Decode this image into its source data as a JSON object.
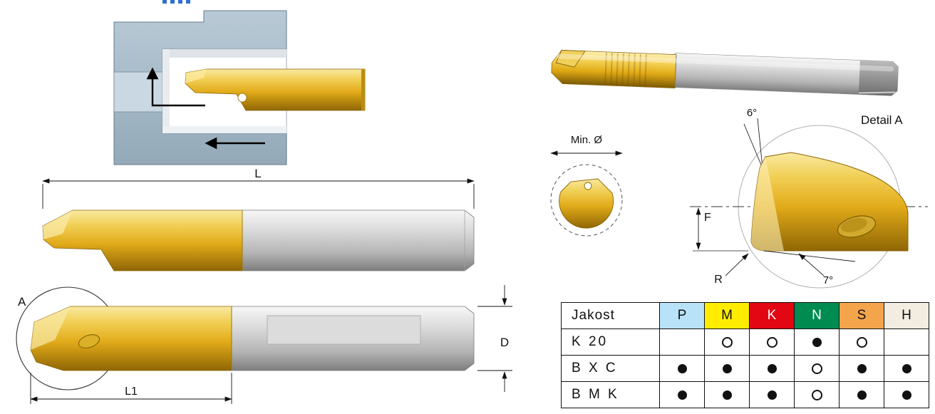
{
  "left_panel": {
    "total_length_label": "L",
    "detail_marker_label": "A",
    "usable_length_label": "L1",
    "diameter_label": "D"
  },
  "right_panel": {
    "min_bore_label": "Min. Ø",
    "detail_view_label": "Detail A",
    "top_angle_label": "6°",
    "clearance_angle_label": "7°",
    "tip_height_label": "F",
    "corner_radius_label": "R"
  },
  "grade_table": {
    "header_label": "Jakost",
    "columns": [
      {
        "label": "P",
        "bg": "#b8e2f8",
        "fg": "#111111"
      },
      {
        "label": "M",
        "bg": "#ffec00",
        "fg": "#111111"
      },
      {
        "label": "K",
        "bg": "#e30613",
        "fg": "#ffffff"
      },
      {
        "label": "N",
        "bg": "#008c50",
        "fg": "#ffffff"
      },
      {
        "label": "S",
        "bg": "#f4a54c",
        "fg": "#111111"
      },
      {
        "label": "H",
        "bg": "#f2ece1",
        "fg": "#111111"
      }
    ],
    "rows": [
      {
        "label": "K 20",
        "marks": [
          "none",
          "open",
          "open",
          "filled",
          "open",
          "none"
        ]
      },
      {
        "label": "B X C",
        "marks": [
          "filled",
          "filled",
          "filled",
          "open",
          "filled",
          "filled"
        ]
      },
      {
        "label": "B M K",
        "marks": [
          "filled",
          "filled",
          "filled",
          "open",
          "filled",
          "filled"
        ]
      }
    ]
  },
  "material_colors": {
    "coated_tool_gold": "#e2ab1a",
    "steel_shank_gray": "#bdbdbd",
    "workpiece_blue": "#a9bdc9"
  }
}
